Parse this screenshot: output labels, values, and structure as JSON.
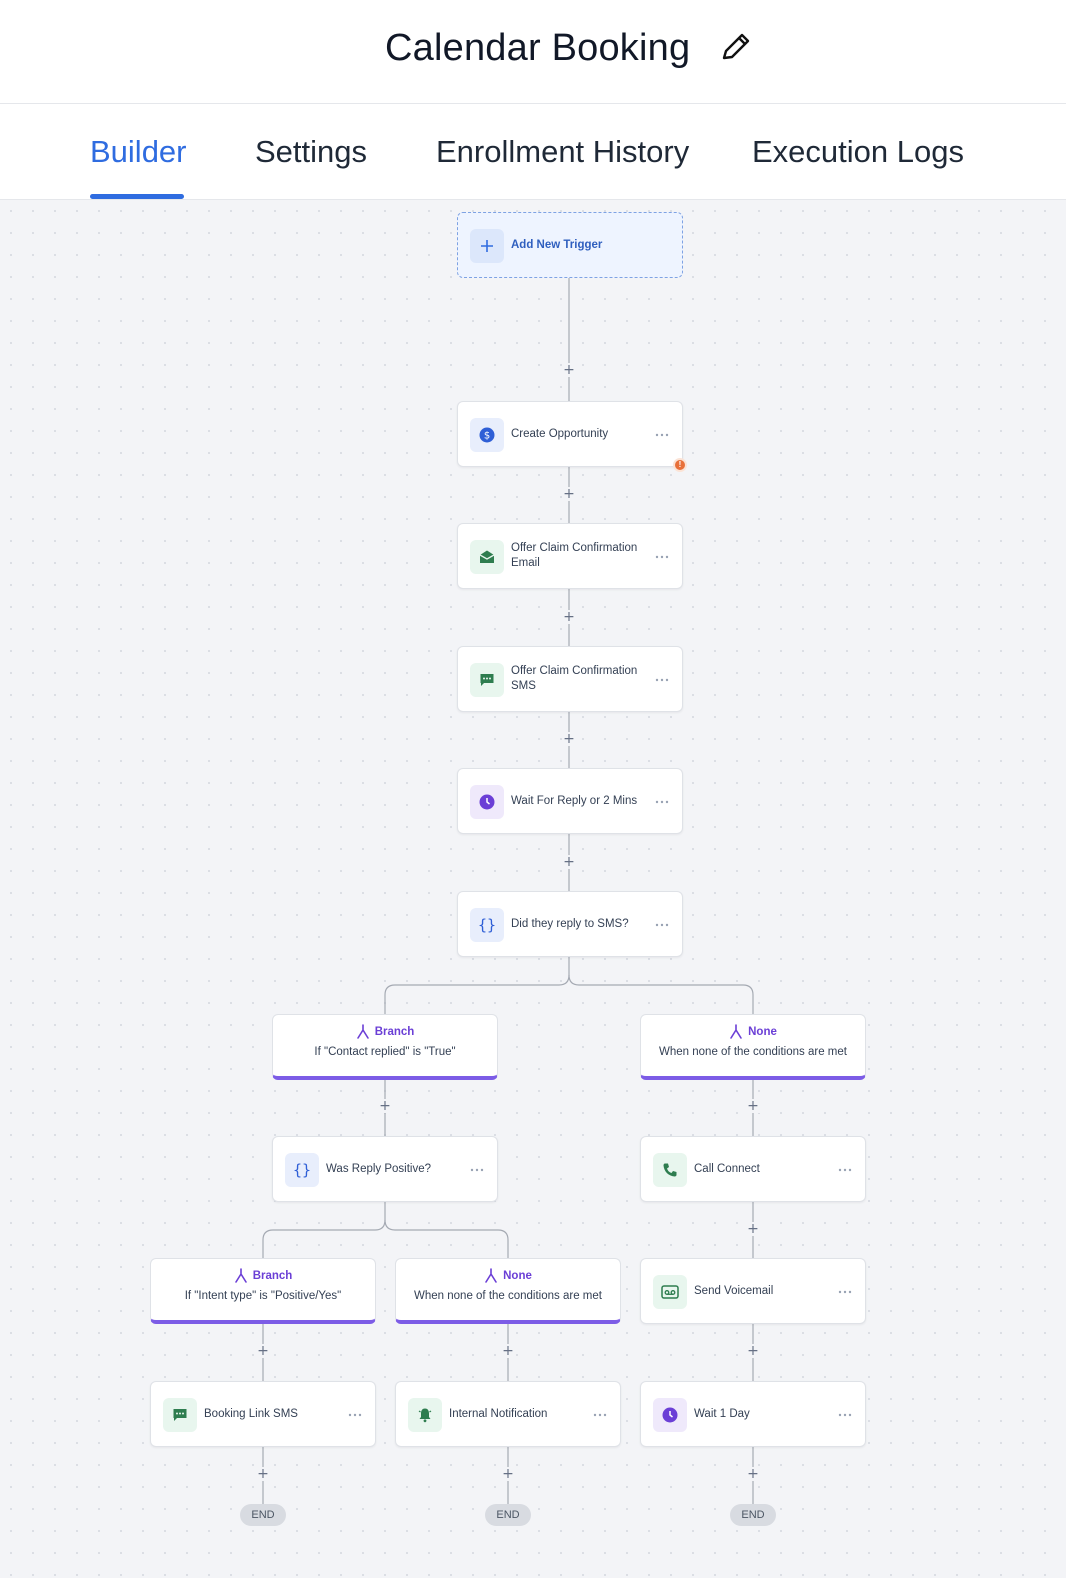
{
  "header": {
    "title": "Calendar Booking"
  },
  "tabs": [
    {
      "label": "Builder",
      "active": true
    },
    {
      "label": "Settings",
      "active": false
    },
    {
      "label": "Enrollment History",
      "active": false
    },
    {
      "label": "Execution Logs",
      "active": false
    }
  ],
  "trigger": {
    "label": "Add New Trigger",
    "icon": "plus-icon"
  },
  "steps": {
    "create_opportunity": {
      "label": "Create Opportunity",
      "icon": "dollar-icon",
      "has_alert": true
    },
    "email": {
      "label": "Offer Claim Confirmation Email",
      "icon": "email-icon"
    },
    "sms": {
      "label": "Offer Claim Confirmation SMS",
      "icon": "sms-icon"
    },
    "wait": {
      "label": "Wait For Reply or 2 Mins",
      "icon": "clock-icon"
    },
    "condition": {
      "label": "Did they reply to SMS?",
      "icon": "braces-icon"
    },
    "was_positive": {
      "label": "Was Reply Positive?",
      "icon": "braces-icon"
    },
    "call_connect": {
      "label": "Call Connect",
      "icon": "phone-icon"
    },
    "send_voicemail": {
      "label": "Send Voicemail",
      "icon": "voicemail-icon"
    },
    "booking_sms": {
      "label": "Booking Link SMS",
      "icon": "sms-icon"
    },
    "internal_notification": {
      "label": "Internal Notification",
      "icon": "bell-icon"
    },
    "wait_day": {
      "label": "Wait 1 Day",
      "icon": "clock-icon"
    }
  },
  "branches": {
    "replied": {
      "title": "Branch",
      "desc": "If \"Contact replied\" is \"True\""
    },
    "none_top": {
      "title": "None",
      "desc": "When none of the conditions are met"
    },
    "positive": {
      "title": "Branch",
      "desc": "If \"Intent type\" is \"Positive/Yes\""
    },
    "none_bottom": {
      "title": "None",
      "desc": "When none of the conditions are met"
    }
  },
  "end_label": "END",
  "colors": {
    "accent": "#2f6ce0",
    "branch": "#7c5ce6",
    "green_icon": "#2e7d4f",
    "alert": "#e8703a"
  }
}
